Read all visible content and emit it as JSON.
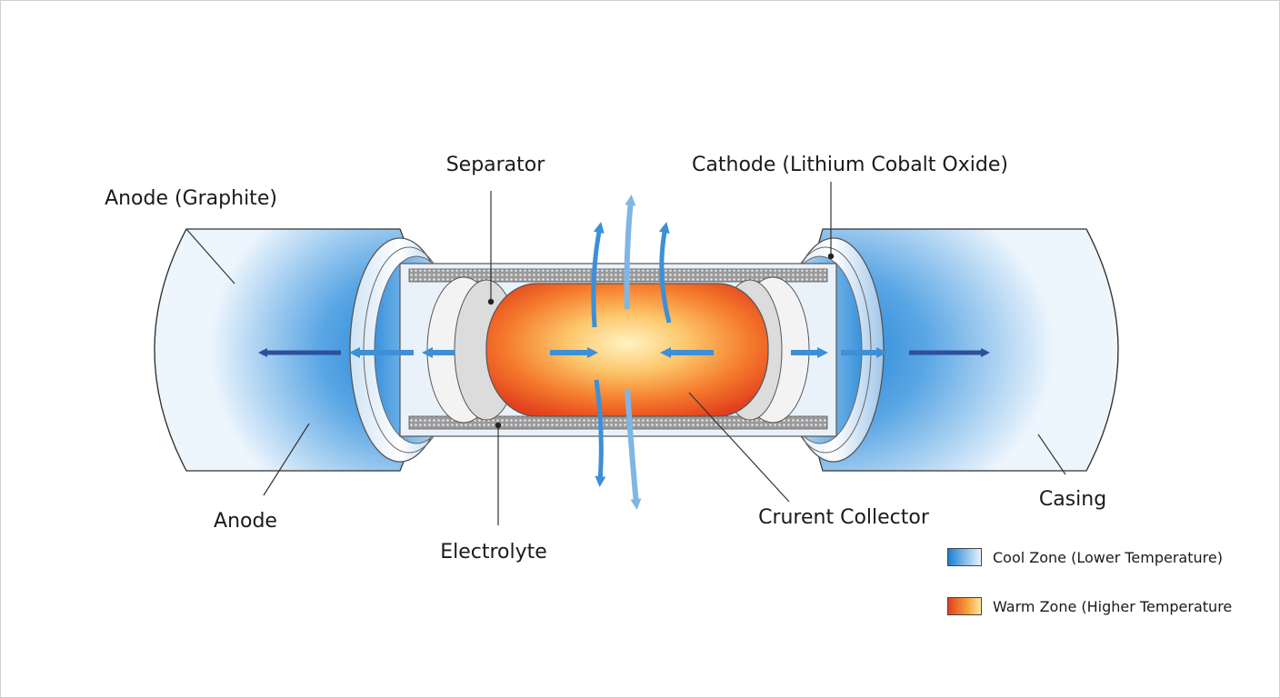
{
  "labels": {
    "separator": "Separator",
    "cathode": "Cathode (Lithium Cobalt Oxide)",
    "anode_graphite": "Anode (Graphite)",
    "anode": "Anode",
    "electrolyte": "Electrolyte",
    "current_collector": "Crurent Collector",
    "casing": "Casing"
  },
  "legend": {
    "cool": "Cool Zone (Lower Temperature)",
    "warm": "Warm Zone (Higher Temperature"
  },
  "colors": {
    "cool": "#1b7fd4",
    "cool_light": "#e8f3fc",
    "warm_core": "#fde6a0",
    "warm_mid": "#f7a23c",
    "warm_edge": "#e2401e",
    "arrow_dark": "#2e4f9c",
    "arrow_light": "#7fb6e4"
  }
}
